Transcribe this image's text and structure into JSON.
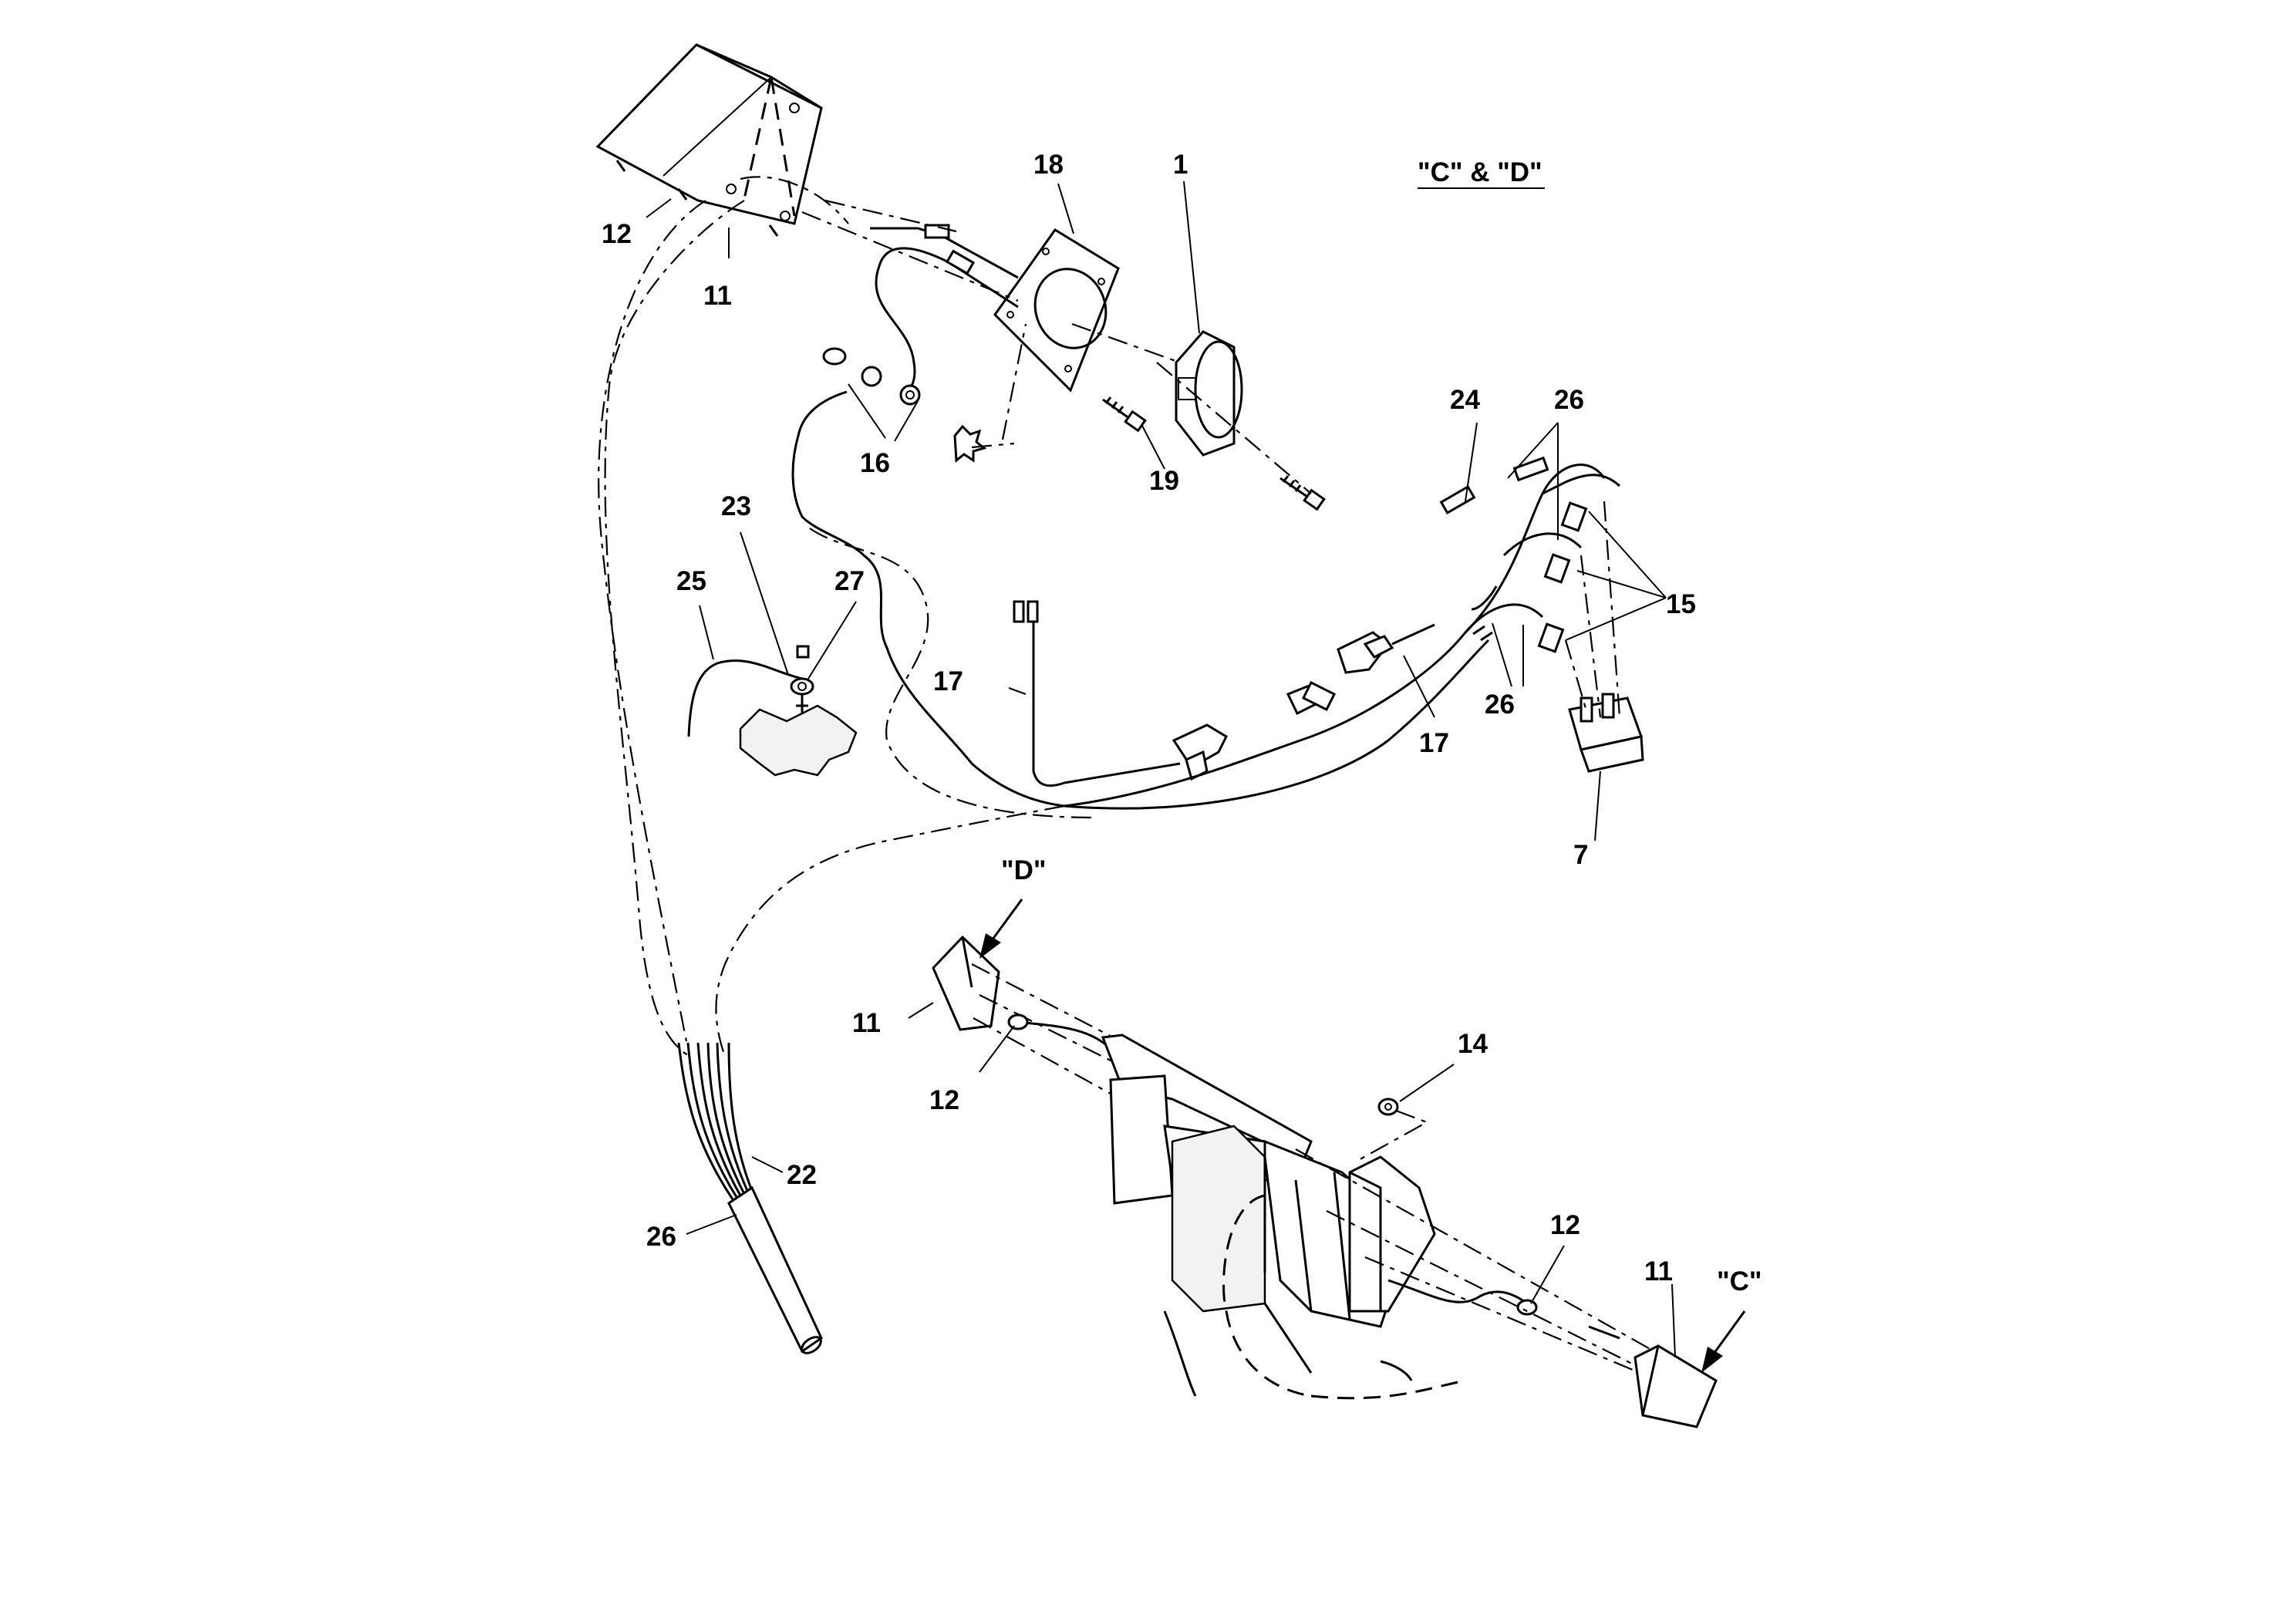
{
  "title": "\"C\" & \"D\"",
  "views": {
    "d": "\"D\"",
    "c": "\"C\""
  },
  "callouts": {
    "c12a": "12",
    "c11a": "11",
    "c18": "18",
    "c1": "1",
    "c16": "16",
    "c19": "19",
    "c23": "23",
    "c25": "25",
    "c27": "27",
    "c24": "24",
    "c26a": "26",
    "c15": "15",
    "c17a": "17",
    "c17b": "17",
    "c26b": "26",
    "c7": "7",
    "c11b": "11",
    "c12b": "12",
    "c22": "22",
    "c26c": "26",
    "c14": "14",
    "c12c": "12",
    "c11c": "11"
  }
}
